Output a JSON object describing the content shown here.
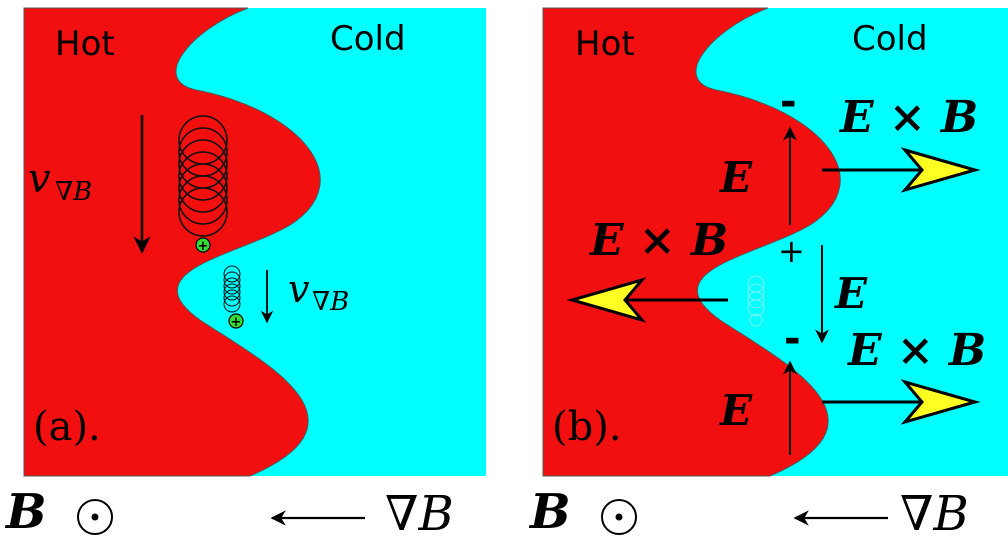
{
  "colors": {
    "hot": "#f20f0f",
    "cold": "#00ffff",
    "arrow_fill": "#ffff22",
    "ion": "#33dd33",
    "line": "#000000"
  },
  "panels": [
    {
      "hot_label": "Hot",
      "cold_label": "Cold",
      "tag": "(a).",
      "drift_label_big": "v",
      "drift_sub_big": "∇B",
      "drift_label_small": "v",
      "drift_sub_small": "∇B",
      "ion_symbol": "+"
    },
    {
      "hot_label": "Hot",
      "cold_label": "Cold",
      "tag": "(b).",
      "exb_top": "E × B",
      "exb_mid": "E × B",
      "exb_bot": "E × B",
      "e_field_top": "E",
      "e_field_mid": "E",
      "e_field_bot": "E",
      "charge_top": "-",
      "charge_mid": "+",
      "charge_bot": "-"
    }
  ],
  "footer": {
    "b_field": "B",
    "out_of_page_icon": "circle-dot-icon",
    "grad_b": "∇B"
  }
}
